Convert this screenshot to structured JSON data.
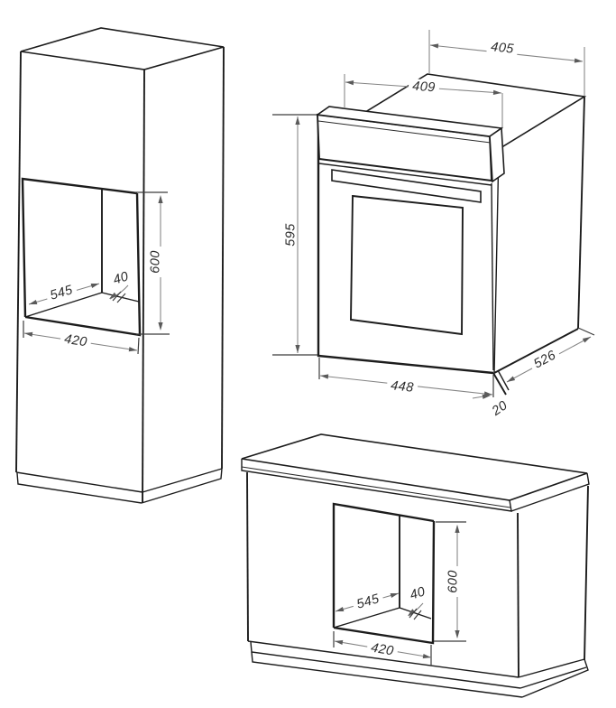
{
  "drawing": {
    "type": "oven-installation-dimension-diagram",
    "colors": {
      "background": "#ffffff",
      "outline": "#1c1c1c",
      "dimension_line": "#848484",
      "label": "#2d2d2d"
    },
    "views": {
      "tall_cabinet_niche": {
        "depth_mm": "545",
        "rear_gap_mm": "40",
        "height_mm": "600",
        "width_mm": "420"
      },
      "oven": {
        "top_width_mm": "405",
        "upper_width_mm": "409",
        "height_mm": "595",
        "front_width_mm": "448",
        "depth_mm": "526",
        "door_clearance_mm": "20"
      },
      "base_cabinet_niche": {
        "depth_mm": "545",
        "rear_gap_mm": "40",
        "height_mm": "600",
        "width_mm": "420"
      }
    }
  }
}
